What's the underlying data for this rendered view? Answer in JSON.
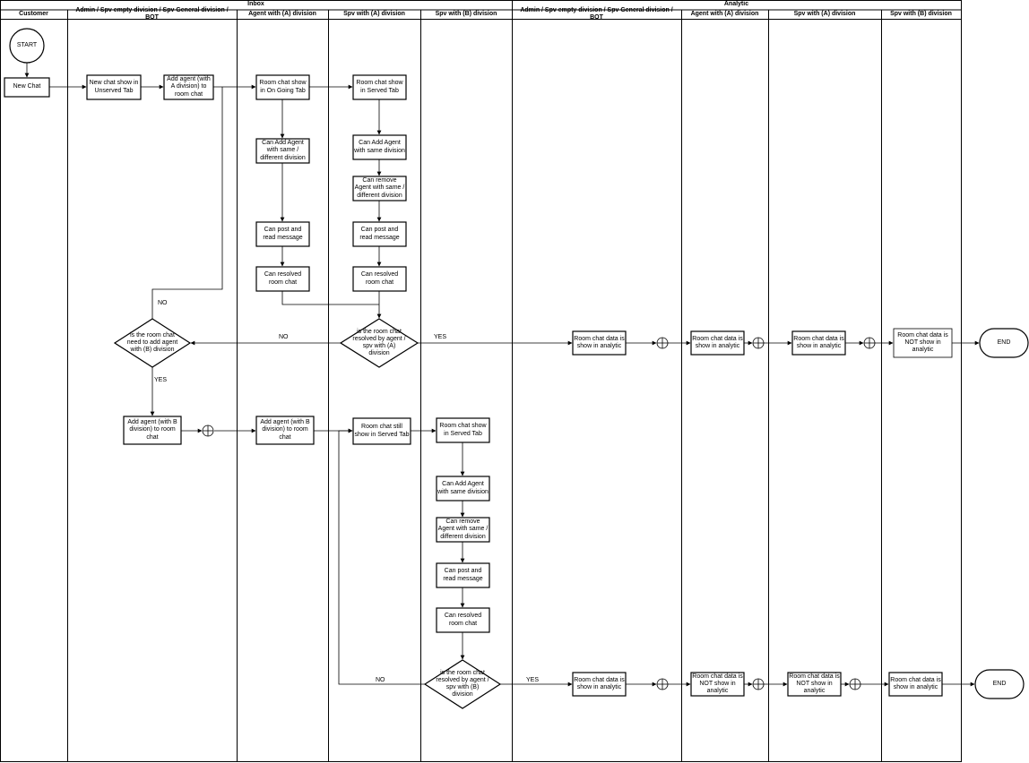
{
  "groups": {
    "inbox": "Inbox",
    "analytic": "Analytic"
  },
  "lanes": {
    "customer": "Customer",
    "admin": "Admin / Spv empty division / Spv General division / BOT",
    "agent_a": "Agent with (A) division",
    "spv_a": "Spv with (A) division",
    "spv_b": "Spv with (B) division",
    "an_admin": "Admin / Spv empty division / Spv General division / BOT",
    "an_agent_a": "Agent with (A) division",
    "an_spv_a": "Spv with (A) division",
    "an_spv_b": "Spv with (B) division"
  },
  "nodes": {
    "start": "START",
    "new_chat": "New Chat",
    "unserved": "New chat show in Unserved Tab",
    "add_agent_a": "Add agent (with A division) to room chat",
    "ongoing": "Room chat show in On Going Tab",
    "agent_can_add": "Can Add Agent with same / different division",
    "agent_can_post": "Can post and read message",
    "agent_can_resolve": "Can resolved room chat",
    "served": "Room chat show in Served Tab",
    "spv_can_add": "Can Add Agent with same division",
    "spv_can_remove": "Can remove Agent with same / different division",
    "spv_can_post": "Can post and read message",
    "spv_can_resolve": "Can resolved room chat",
    "decision_resolved_a": "is the room chat resolved by agent / spv with (A) division",
    "decision_need_b": "is the room chat need to add agent with (B) division",
    "add_agent_b_admin": "Add agent (with B division) to room chat",
    "add_agent_b_agent": "Add agent (with B division) to room chat",
    "still_served": "Room chat still show in Served Tab",
    "b_served": "Room chat show in Served Tab",
    "b_can_add": "Can Add Agent with same division",
    "b_can_remove": "Can remove Agent with same / different division",
    "b_can_post": "Can post and read message",
    "b_can_resolve": "Can resolved room chat",
    "decision_resolved_b": "is the room chat resolved by agent / spv with (B) division",
    "an1_admin": "Room chat data is show in analytic",
    "an1_agent_a": "Room chat data is show in analytic",
    "an1_spv_a": "Room chat data is show in analytic",
    "an1_spv_b": "Room chat data is NOT show in analytic",
    "end1": "END",
    "an2_admin": "Room chat data is show in analytic",
    "an2_agent_a": "Room chat data is NOT show in analytic",
    "an2_spv_a": "Room chat data is NOT show in analytic",
    "an2_spv_b": "Room chat data is show in analytic",
    "end2": "END"
  },
  "edge_labels": {
    "no_top": "NO",
    "no_mid": "NO",
    "yes_mid": "YES",
    "yes_down": "YES",
    "no_b": "NO",
    "yes_b": "YES"
  }
}
